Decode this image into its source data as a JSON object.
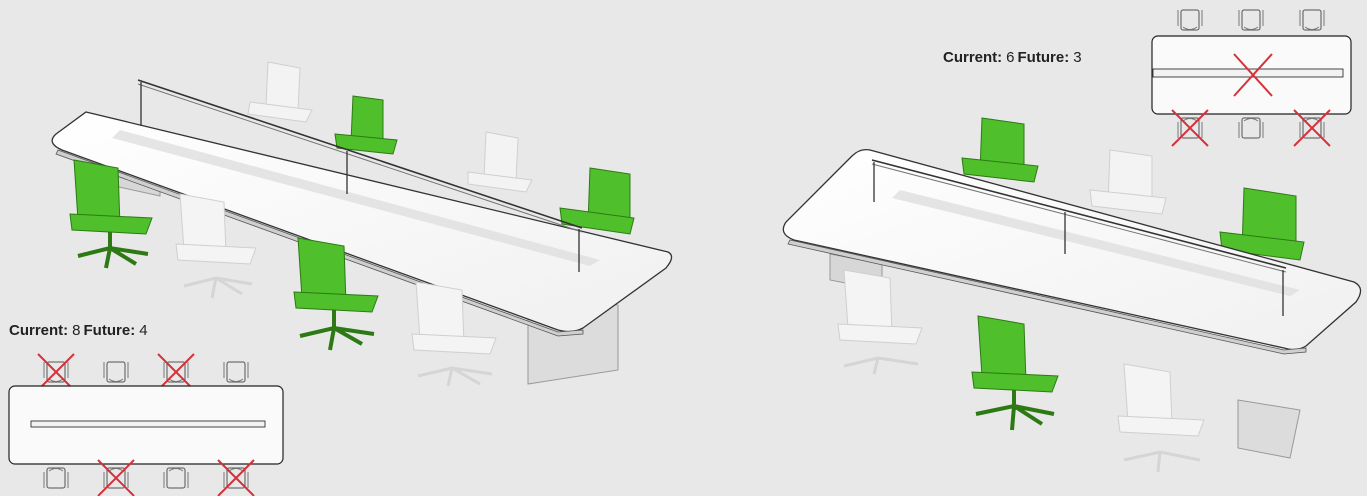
{
  "layouts": [
    {
      "id": "eight-seat",
      "current_label": "Current",
      "current_value": "8",
      "future_label": "Future",
      "future_value": "4",
      "colors": {
        "active_chair": "#4fbf2b",
        "inactive_chair": "#f2f2f2",
        "removed_mark": "#d6313a"
      },
      "plan_seats": {
        "top": [
          "removed",
          "kept",
          "removed",
          "kept"
        ],
        "bottom": [
          "kept",
          "removed",
          "kept",
          "removed"
        ]
      }
    },
    {
      "id": "six-seat",
      "current_label": "Current",
      "current_value": "6",
      "future_label": "Future",
      "future_value": "3",
      "colors": {
        "active_chair": "#4fbf2b",
        "inactive_chair": "#f2f2f2",
        "removed_mark": "#d6313a"
      },
      "plan_seats": {
        "top": [
          "kept",
          "kept",
          "kept"
        ],
        "bottom": [
          "removed",
          "kept",
          "removed"
        ]
      },
      "plan_center_mark": "removed"
    }
  ]
}
